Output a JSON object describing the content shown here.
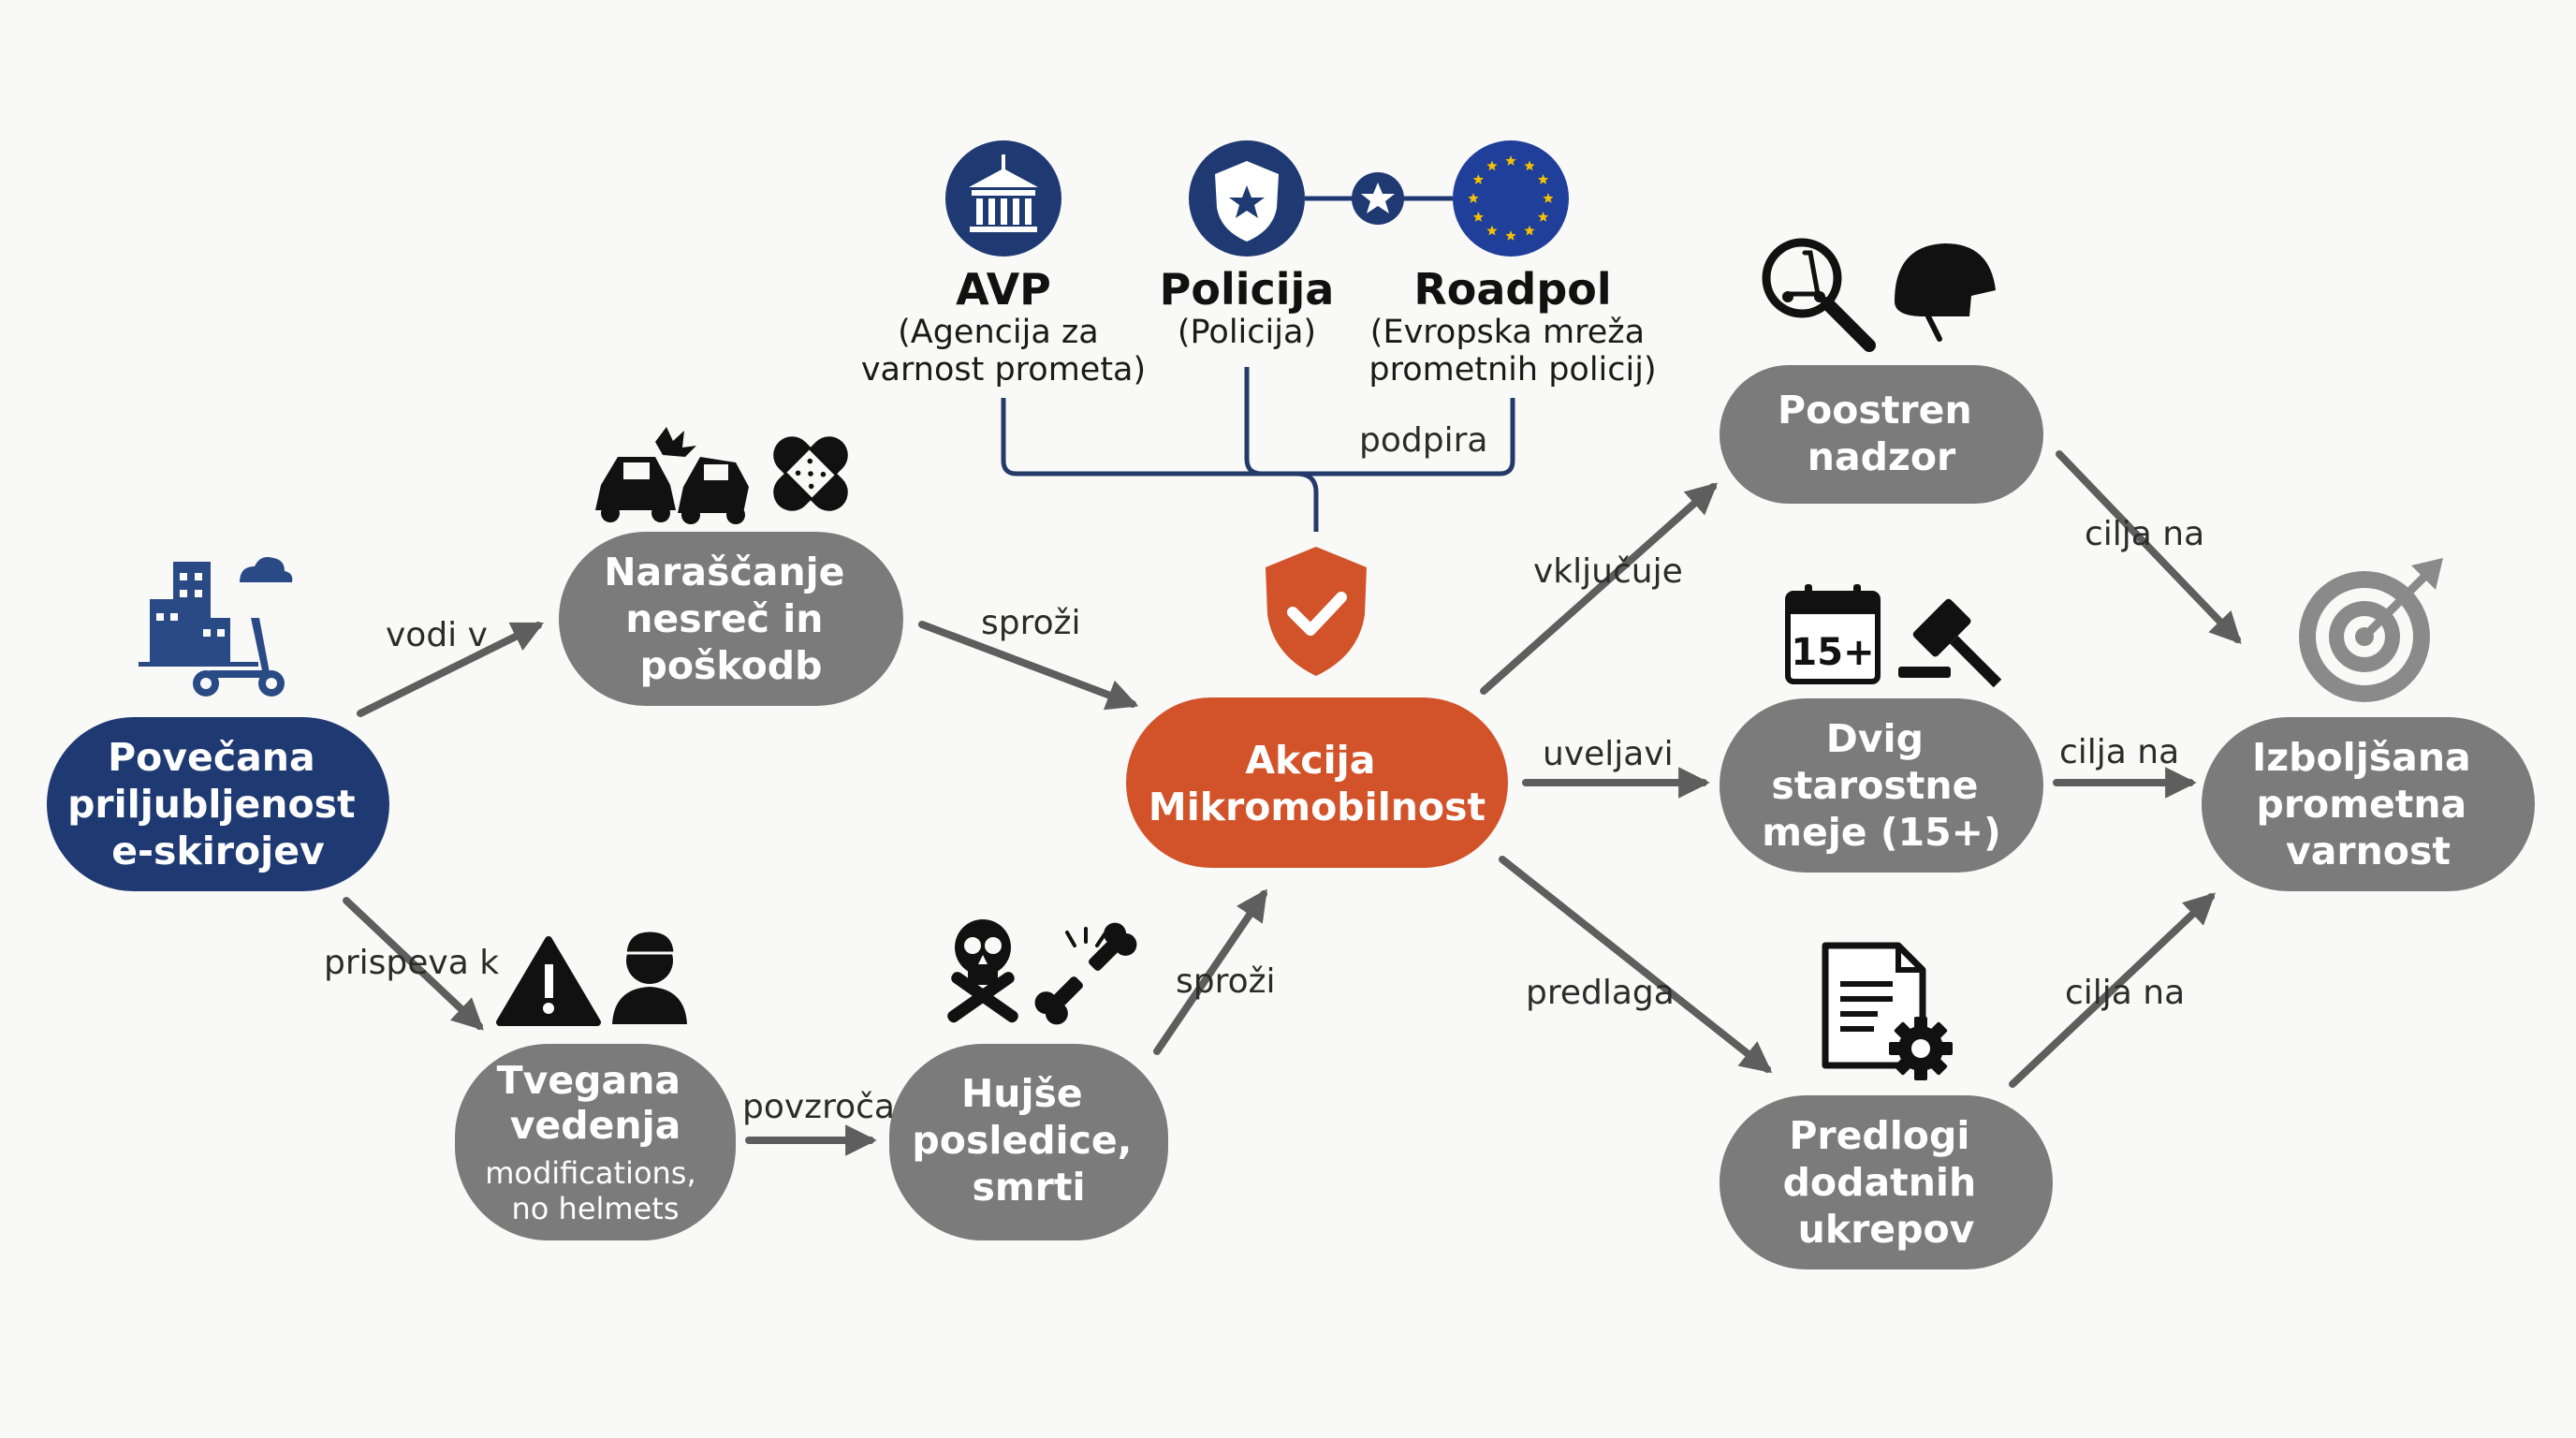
{
  "colors": {
    "gray_node": "#7b7b7b",
    "navy_node": "#1f3a72",
    "orange_node": "#d2532a",
    "arrow": "#5e5e5e",
    "bracket": "#243a68",
    "edge_label": "#2b2b2b",
    "icon_dark": "#111111",
    "icon_navy": "#2a4a86",
    "eu_blue": "#1f3f9a",
    "eu_star": "#f2c200",
    "target_gray": "#8a8a8a",
    "background": "#f9f9f8"
  },
  "nodes": {
    "popularity": {
      "lines": [
        "Povečana",
        "priljubljenost",
        "e-skirojev"
      ],
      "icon": "city-scooter-icon"
    },
    "accidents": {
      "lines": [
        "Naraščanje",
        "nesreč in",
        "poškodb"
      ],
      "icons": [
        "car-crash-icon",
        "bandage-icon"
      ]
    },
    "risky": {
      "lines": [
        "Tvegana",
        "vedenja"
      ],
      "sub_lines": [
        "modifications,",
        "no helmets"
      ],
      "icons": [
        "warning-icon",
        "rider-icon"
      ]
    },
    "consequences": {
      "lines": [
        "Hujše",
        "posledice,",
        "smrti"
      ],
      "icons": [
        "skull-crossbones-icon",
        "broken-bone-icon"
      ]
    },
    "action": {
      "lines": [
        "Akcija",
        "Mikromobilnost"
      ],
      "icon": "shield-check-icon"
    },
    "surveillance": {
      "lines": [
        "Poostren",
        "nadzor"
      ],
      "icons": [
        "magnifier-scooter-icon",
        "helmet-icon"
      ]
    },
    "age": {
      "lines": [
        "Dvig",
        "starostne",
        "meje (15+)"
      ],
      "icons": [
        "calendar-15-icon",
        "gavel-icon"
      ],
      "calendar_text": "15+"
    },
    "proposals": {
      "lines": [
        "Predlogi",
        "dodatnih",
        "ukrepov"
      ],
      "icon": "document-gear-icon"
    },
    "safety": {
      "lines": [
        "Izboljšana",
        "prometna",
        "varnost"
      ],
      "icon": "target-icon"
    }
  },
  "organizations": {
    "avp": {
      "name": "AVP",
      "desc_lines": [
        "(Agencija za",
        "varnost prometa)"
      ],
      "icon": "government-building-icon"
    },
    "police": {
      "name": "Policija",
      "desc_lines": [
        "(Policija)"
      ],
      "icon": "police-badge-icon"
    },
    "roadpol": {
      "name": "Roadpol",
      "desc_lines": [
        "(Evropska mreža",
        "prometnih policij)"
      ],
      "icon": "eu-flag-icon"
    },
    "link_icon": "star-link-icon",
    "support_label": "podpira"
  },
  "edges": {
    "leads_to": "vodi v",
    "contributes_to": "prispeva k",
    "triggers_top": "sproži",
    "causes": "povzroča",
    "triggers_bottom": "sproži",
    "includes": "vključuje",
    "enforces": "uveljavi",
    "proposes": "predlaga",
    "aims_top": "cilja na",
    "aims_mid": "cilja na",
    "aims_bottom": "cilja na"
  }
}
